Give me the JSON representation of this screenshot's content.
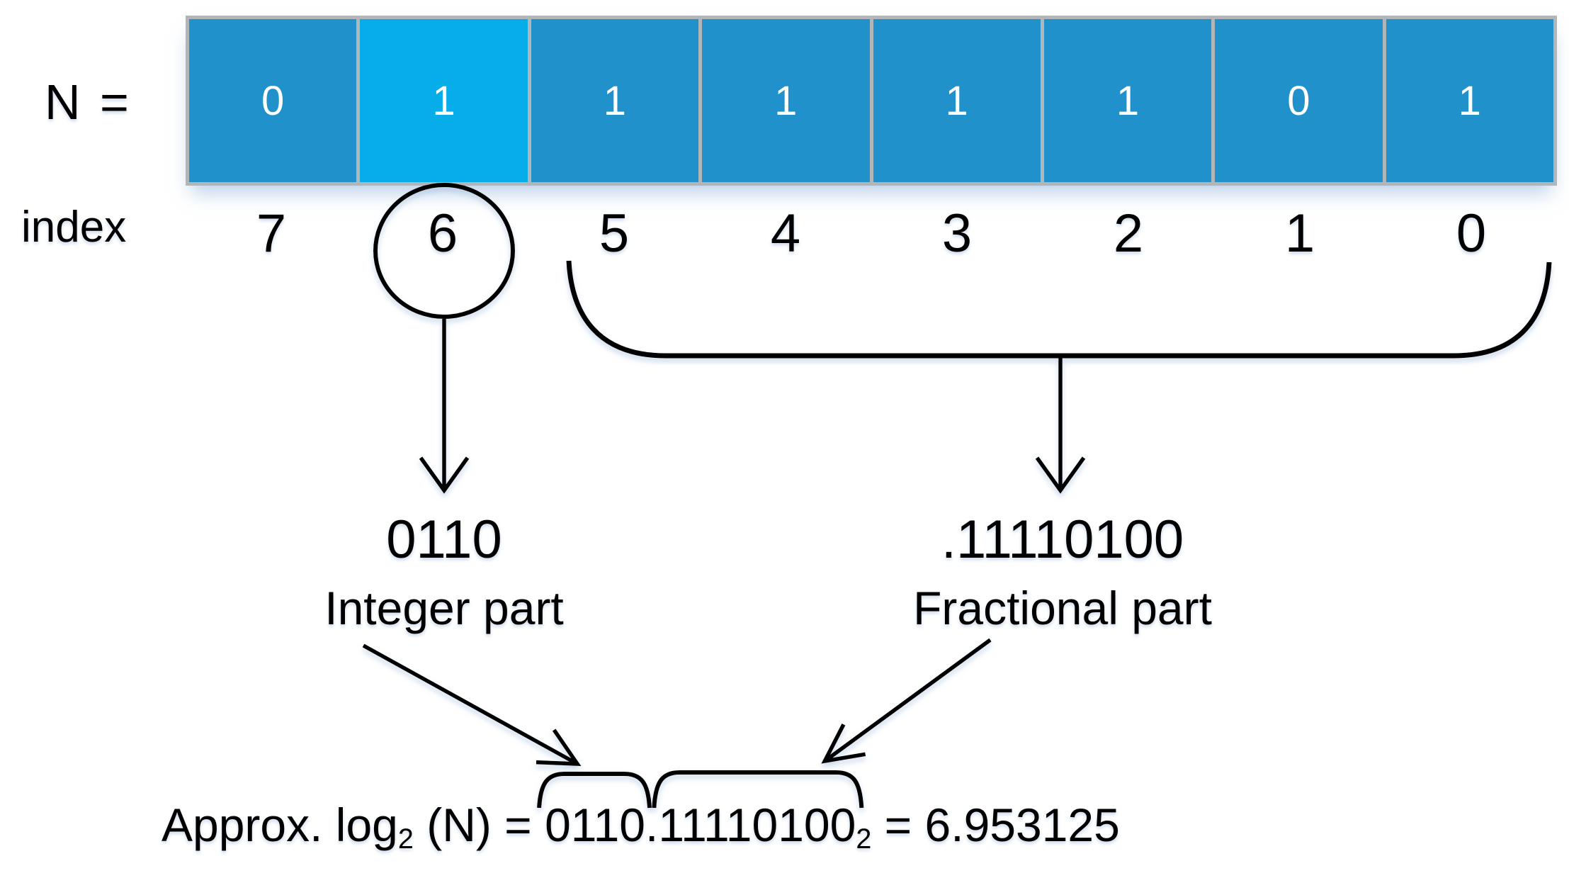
{
  "labels": {
    "n": "N =",
    "index": "index"
  },
  "bits": [
    "0",
    "1",
    "1",
    "1",
    "1",
    "1",
    "0",
    "1"
  ],
  "highlighted_bit_position": 1,
  "indices": [
    "7",
    "6",
    "5",
    "4",
    "3",
    "2",
    "1",
    "0"
  ],
  "circled_index": "6",
  "integer_part": {
    "value": "0110",
    "caption": "Integer part"
  },
  "fractional_part": {
    "value": ".11110100",
    "caption": "Fractional part"
  },
  "formula": {
    "prefix": "Approx. log",
    "log_base": "2",
    "middle": " (N) = ",
    "integer_bits": "0110",
    "dot": ".",
    "fraction_bits": "11110100",
    "result_base": "2",
    "result": " = 6.953125"
  },
  "colors": {
    "cell": "#2191cb",
    "cell_highlight": "#06ade9",
    "cell_border": "#b3b6b9",
    "cell_text": "#ffffff",
    "ink": "#000000"
  }
}
